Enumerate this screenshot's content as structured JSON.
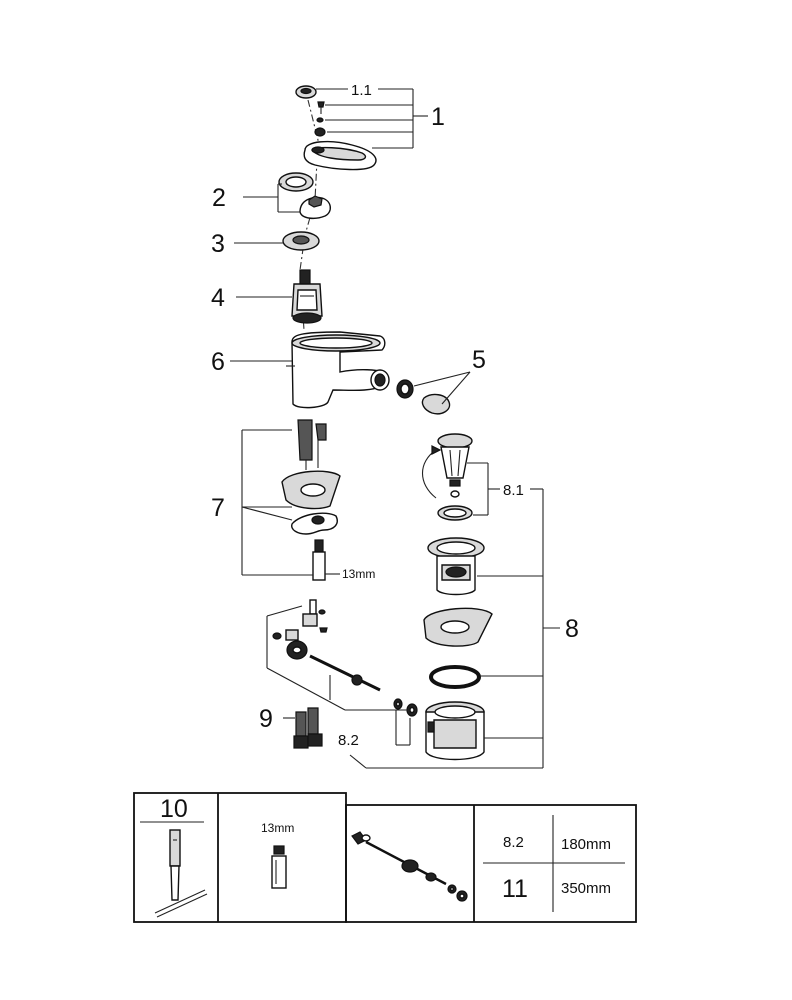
{
  "callouts": {
    "c1_1": "1.1",
    "c1": "1",
    "c2": "2",
    "c3": "3",
    "c4": "4",
    "c5": "5",
    "c6": "6",
    "c7": "7",
    "c7_size": "13mm",
    "c8_1": "8.1",
    "c8": "8",
    "c8_2": "8.2",
    "c9": "9"
  },
  "tools_table": {
    "tool_number": "10",
    "wrench_size": "13mm",
    "rows": [
      {
        "part": "8.2",
        "length": "180mm"
      },
      {
        "part": "11",
        "length": "350mm"
      }
    ]
  }
}
